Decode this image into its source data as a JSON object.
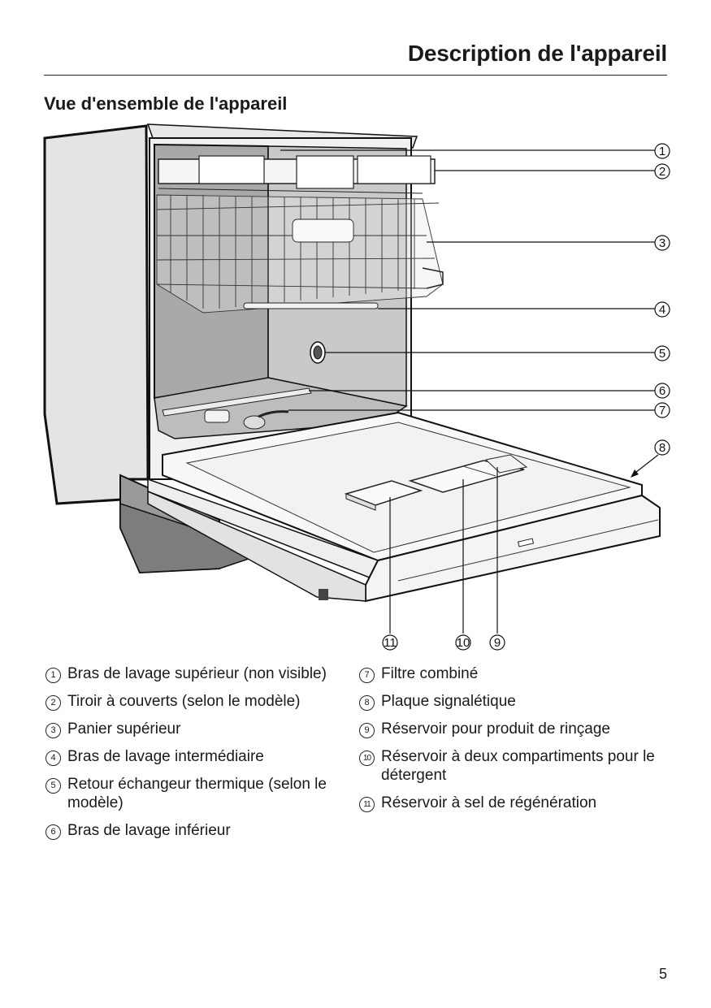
{
  "header": {
    "title": "Description de l'appareil"
  },
  "section": {
    "title": "Vue d'ensemble de l'appareil"
  },
  "figure": {
    "description": "Dishwasher overview illustration with numbered callouts",
    "callouts": [
      "1",
      "2",
      "3",
      "4",
      "5",
      "6",
      "7",
      "8",
      "9",
      "10",
      "11"
    ]
  },
  "legend": {
    "left": [
      {
        "num": "1",
        "text": "Bras de lavage supérieur (non visible)"
      },
      {
        "num": "2",
        "text": "Tiroir à couverts (selon le modèle)"
      },
      {
        "num": "3",
        "text": "Panier supérieur"
      },
      {
        "num": "4",
        "text": "Bras de lavage intermédiaire"
      },
      {
        "num": "5",
        "text": "Retour échangeur thermique (selon le modèle)"
      },
      {
        "num": "6",
        "text": "Bras de lavage inférieur"
      }
    ],
    "right": [
      {
        "num": "7",
        "text": "Filtre combiné"
      },
      {
        "num": "8",
        "text": "Plaque signalétique"
      },
      {
        "num": "9",
        "text": "Réservoir pour produit de rinçage"
      },
      {
        "num": "10",
        "text": "Réservoir à deux compartiments pour le détergent"
      },
      {
        "num": "11",
        "text": "Réservoir à sel de régénération"
      }
    ]
  },
  "footer": {
    "page_number": "5"
  }
}
